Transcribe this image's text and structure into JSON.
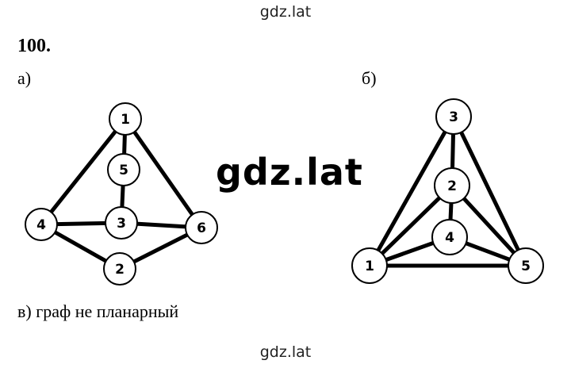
{
  "watermark": {
    "top": "gdz.lat",
    "center": "gdz.lat",
    "bottom": "gdz.lat"
  },
  "problem_number": "100.",
  "labels": {
    "a": "а)",
    "b": "б)"
  },
  "note": "в) граф не планарный",
  "graph_a": {
    "vertices": [
      "1",
      "5",
      "4",
      "3",
      "6",
      "2"
    ],
    "edges": [
      [
        "1",
        "4"
      ],
      [
        "1",
        "5"
      ],
      [
        "1",
        "6"
      ],
      [
        "5",
        "3"
      ],
      [
        "4",
        "3"
      ],
      [
        "3",
        "6"
      ],
      [
        "4",
        "2"
      ],
      [
        "2",
        "6"
      ]
    ]
  },
  "graph_b": {
    "vertices": [
      "3",
      "2",
      "4",
      "1",
      "5"
    ],
    "edges": [
      [
        "3",
        "1"
      ],
      [
        "3",
        "5"
      ],
      [
        "3",
        "2"
      ],
      [
        "2",
        "1"
      ],
      [
        "2",
        "5"
      ],
      [
        "2",
        "4"
      ],
      [
        "4",
        "1"
      ],
      [
        "4",
        "5"
      ],
      [
        "1",
        "5"
      ]
    ]
  }
}
